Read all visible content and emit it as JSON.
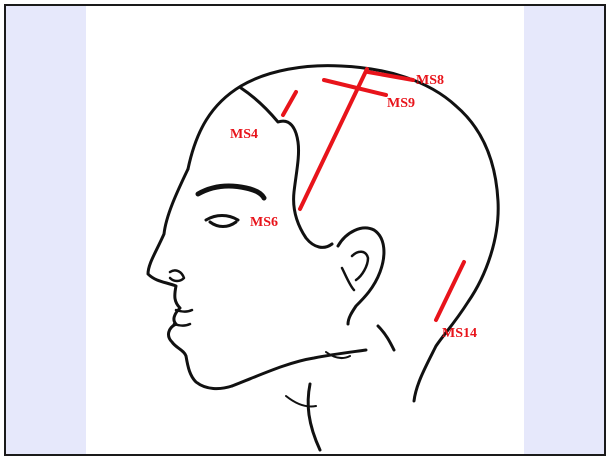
{
  "diagram": {
    "colors": {
      "panel": "#e6e8fb",
      "line": "#111111",
      "marker": "#e8141b"
    },
    "labels": {
      "ms4": "MS4",
      "ms6": "MS6",
      "ms8": "MS8",
      "ms9": "MS9",
      "ms14": "MS14"
    }
  }
}
